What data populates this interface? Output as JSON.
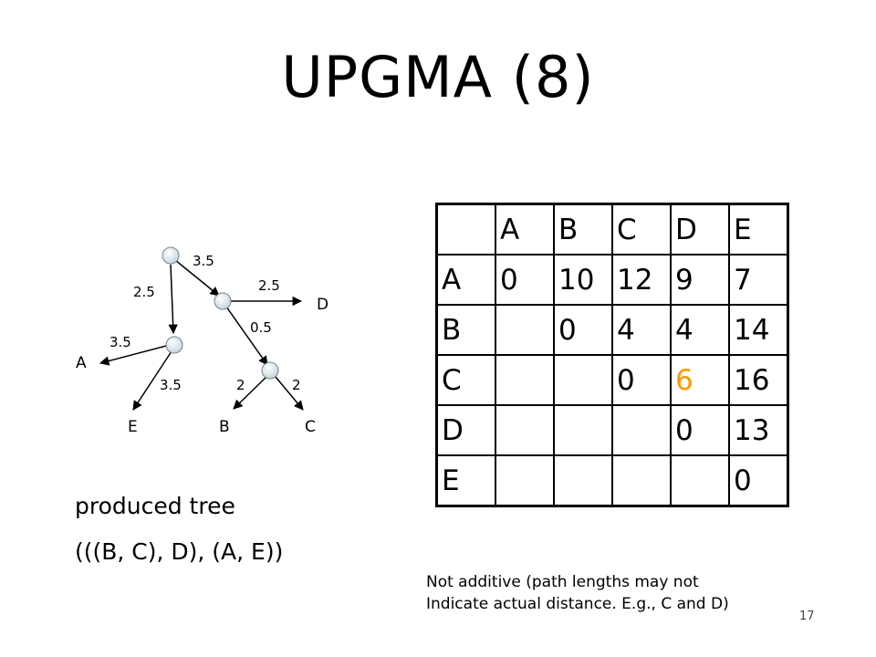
{
  "title": "UPGMA (8)",
  "tree": {
    "edge_labels": [
      "3.5",
      "2.5",
      "2.5",
      "0.5",
      "3.5",
      "3.5",
      "2",
      "2"
    ],
    "leaves": [
      "A",
      "E",
      "B",
      "C",
      "D"
    ]
  },
  "caption": {
    "line1": "produced tree",
    "line2": "(((B, C), D), (A, E))"
  },
  "matrix": {
    "header": [
      "",
      "A",
      "B",
      "C",
      "D",
      "E"
    ],
    "rows": [
      [
        "A",
        "0",
        "10",
        "12",
        "9",
        "7"
      ],
      [
        "B",
        "",
        "0",
        "4",
        "4",
        "14"
      ],
      [
        "C",
        "",
        "",
        "0",
        "6",
        "16"
      ],
      [
        "D",
        "",
        "",
        "",
        "0",
        "13"
      ],
      [
        "E",
        "",
        "",
        "",
        "",
        "0"
      ]
    ],
    "highlight_color": "#ff9900"
  },
  "note": {
    "line1": "Not additive (path lengths may not",
    "line2": "Indicate actual distance. E.g., C and D)"
  },
  "page_number": "17"
}
